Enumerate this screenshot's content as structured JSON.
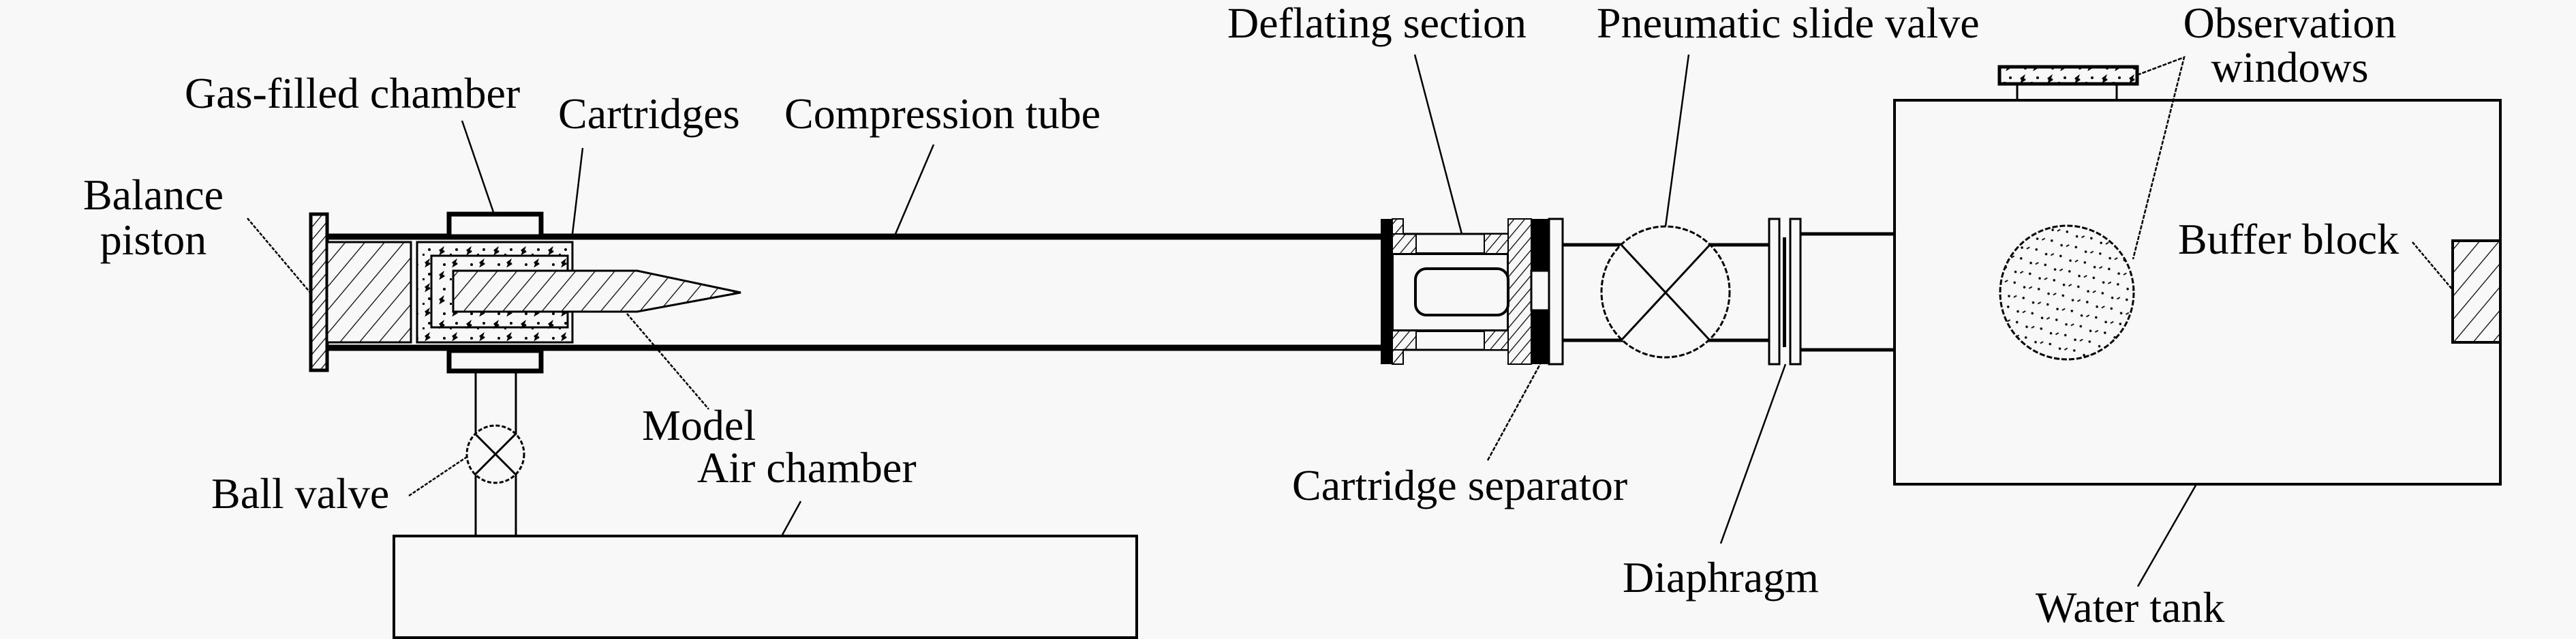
{
  "figure": {
    "title": "Experimental setup schematic",
    "background": "#f8f8f8",
    "ink": "#000000"
  },
  "labels": {
    "balance_piston_line1": "Balance",
    "balance_piston_line2": "piston",
    "gas_filled_chamber": "Gas-filled chamber",
    "cartridges": "Cartridges",
    "compression_tube": "Compression tube",
    "model": "Model",
    "air_chamber": "Air chamber",
    "ball_valve": "Ball valve",
    "deflating_section": "Deflating section",
    "pneumatic_slide_valve": "Pneumatic slide valve",
    "observation_windows_line1": "Observation",
    "observation_windows_line2": "windows",
    "buffer_block": "Buffer block",
    "cartridge_separator": "Cartridge separator",
    "diaphragm": "Diaphragm",
    "water_tank": "Water tank"
  },
  "components": [
    {
      "id": "balance-piston",
      "fill": "diagonal-hatch"
    },
    {
      "id": "gas-filled-chamber",
      "fill": "none"
    },
    {
      "id": "cartridges",
      "fill": "speckle"
    },
    {
      "id": "model",
      "fill": "diagonal-hatch"
    },
    {
      "id": "compression-tube",
      "fill": "none"
    },
    {
      "id": "ball-valve",
      "symbol": "crossed-circle"
    },
    {
      "id": "air-chamber",
      "fill": "none"
    },
    {
      "id": "deflating-section",
      "fill": "none"
    },
    {
      "id": "cartridge-separator",
      "fill": "solid"
    },
    {
      "id": "pneumatic-slide-valve",
      "symbol": "crossed-circle"
    },
    {
      "id": "diaphragm",
      "fill": "none"
    },
    {
      "id": "water-tank",
      "fill": "none"
    },
    {
      "id": "observation-windows",
      "fill": "speckle"
    },
    {
      "id": "buffer-block",
      "fill": "diagonal-hatch"
    }
  ]
}
